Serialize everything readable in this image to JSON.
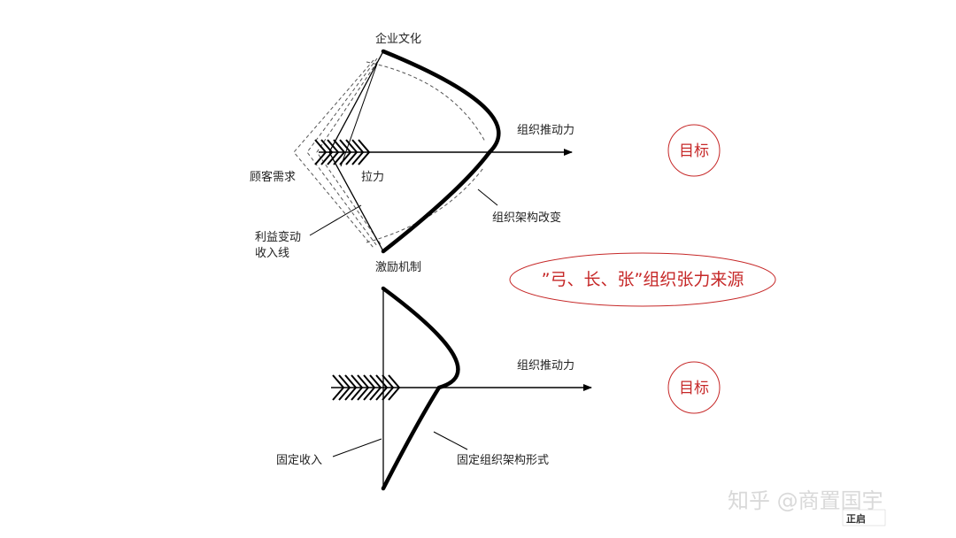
{
  "top_diagram": {
    "label_top": "企业文化",
    "label_push": "组织推动力",
    "label_customer": "顾客需求",
    "label_pull": "拉力",
    "label_structure": "组织架构改变",
    "label_income_line": [
      "利益变动",
      "收入线"
    ],
    "label_bottom": "激励机制",
    "goal": "目标"
  },
  "title_ellipse": "”弓、长、张”组织张力来源",
  "bottom_diagram": {
    "label_push": "组织推动力",
    "goal": "目标",
    "label_fixed_income": "固定收入",
    "label_fixed_structure": "固定组织架构形式"
  },
  "watermark": {
    "text": "知乎 @商置国宇",
    "logo_text": "正启"
  },
  "colors": {
    "accent": "#c62828",
    "ink": "#000000",
    "watermark": "#d9d9d9"
  }
}
